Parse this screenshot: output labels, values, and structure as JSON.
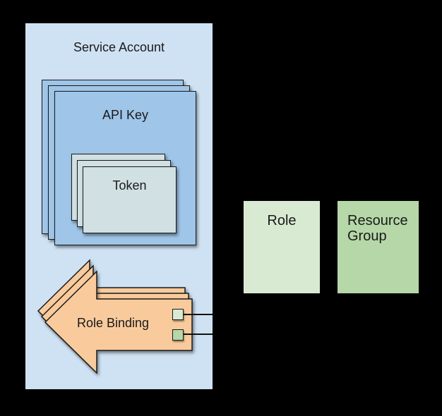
{
  "diagram": {
    "background_color": "#000000",
    "service_account": {
      "label": "Service Account",
      "fill": "#cfe2f3",
      "contains": [
        "api_key",
        "role_binding"
      ]
    },
    "api_key": {
      "label": "API Key",
      "fill": "#9fc5e8",
      "stack_count": 3,
      "contains": [
        "token"
      ]
    },
    "token": {
      "label": "Token",
      "fill": "#d0e0e3",
      "stack_count": 3
    },
    "role_binding": {
      "label": "Role Binding",
      "fill": "#f9cb9c",
      "stack_count": 3,
      "shape": "left-arrow",
      "ports": [
        {
          "name": "role-port",
          "fill": "#d9ead3"
        },
        {
          "name": "resource-group-port",
          "fill": "#b6d7a8"
        }
      ],
      "connectors": [
        {
          "from": "role-port",
          "direction": "right"
        },
        {
          "from": "resource-group-port",
          "direction": "right"
        }
      ]
    },
    "role": {
      "label": "Role",
      "fill": "#d9ead3"
    },
    "resource_group": {
      "label": "Resource Group",
      "fill": "#b6d7a8"
    }
  }
}
